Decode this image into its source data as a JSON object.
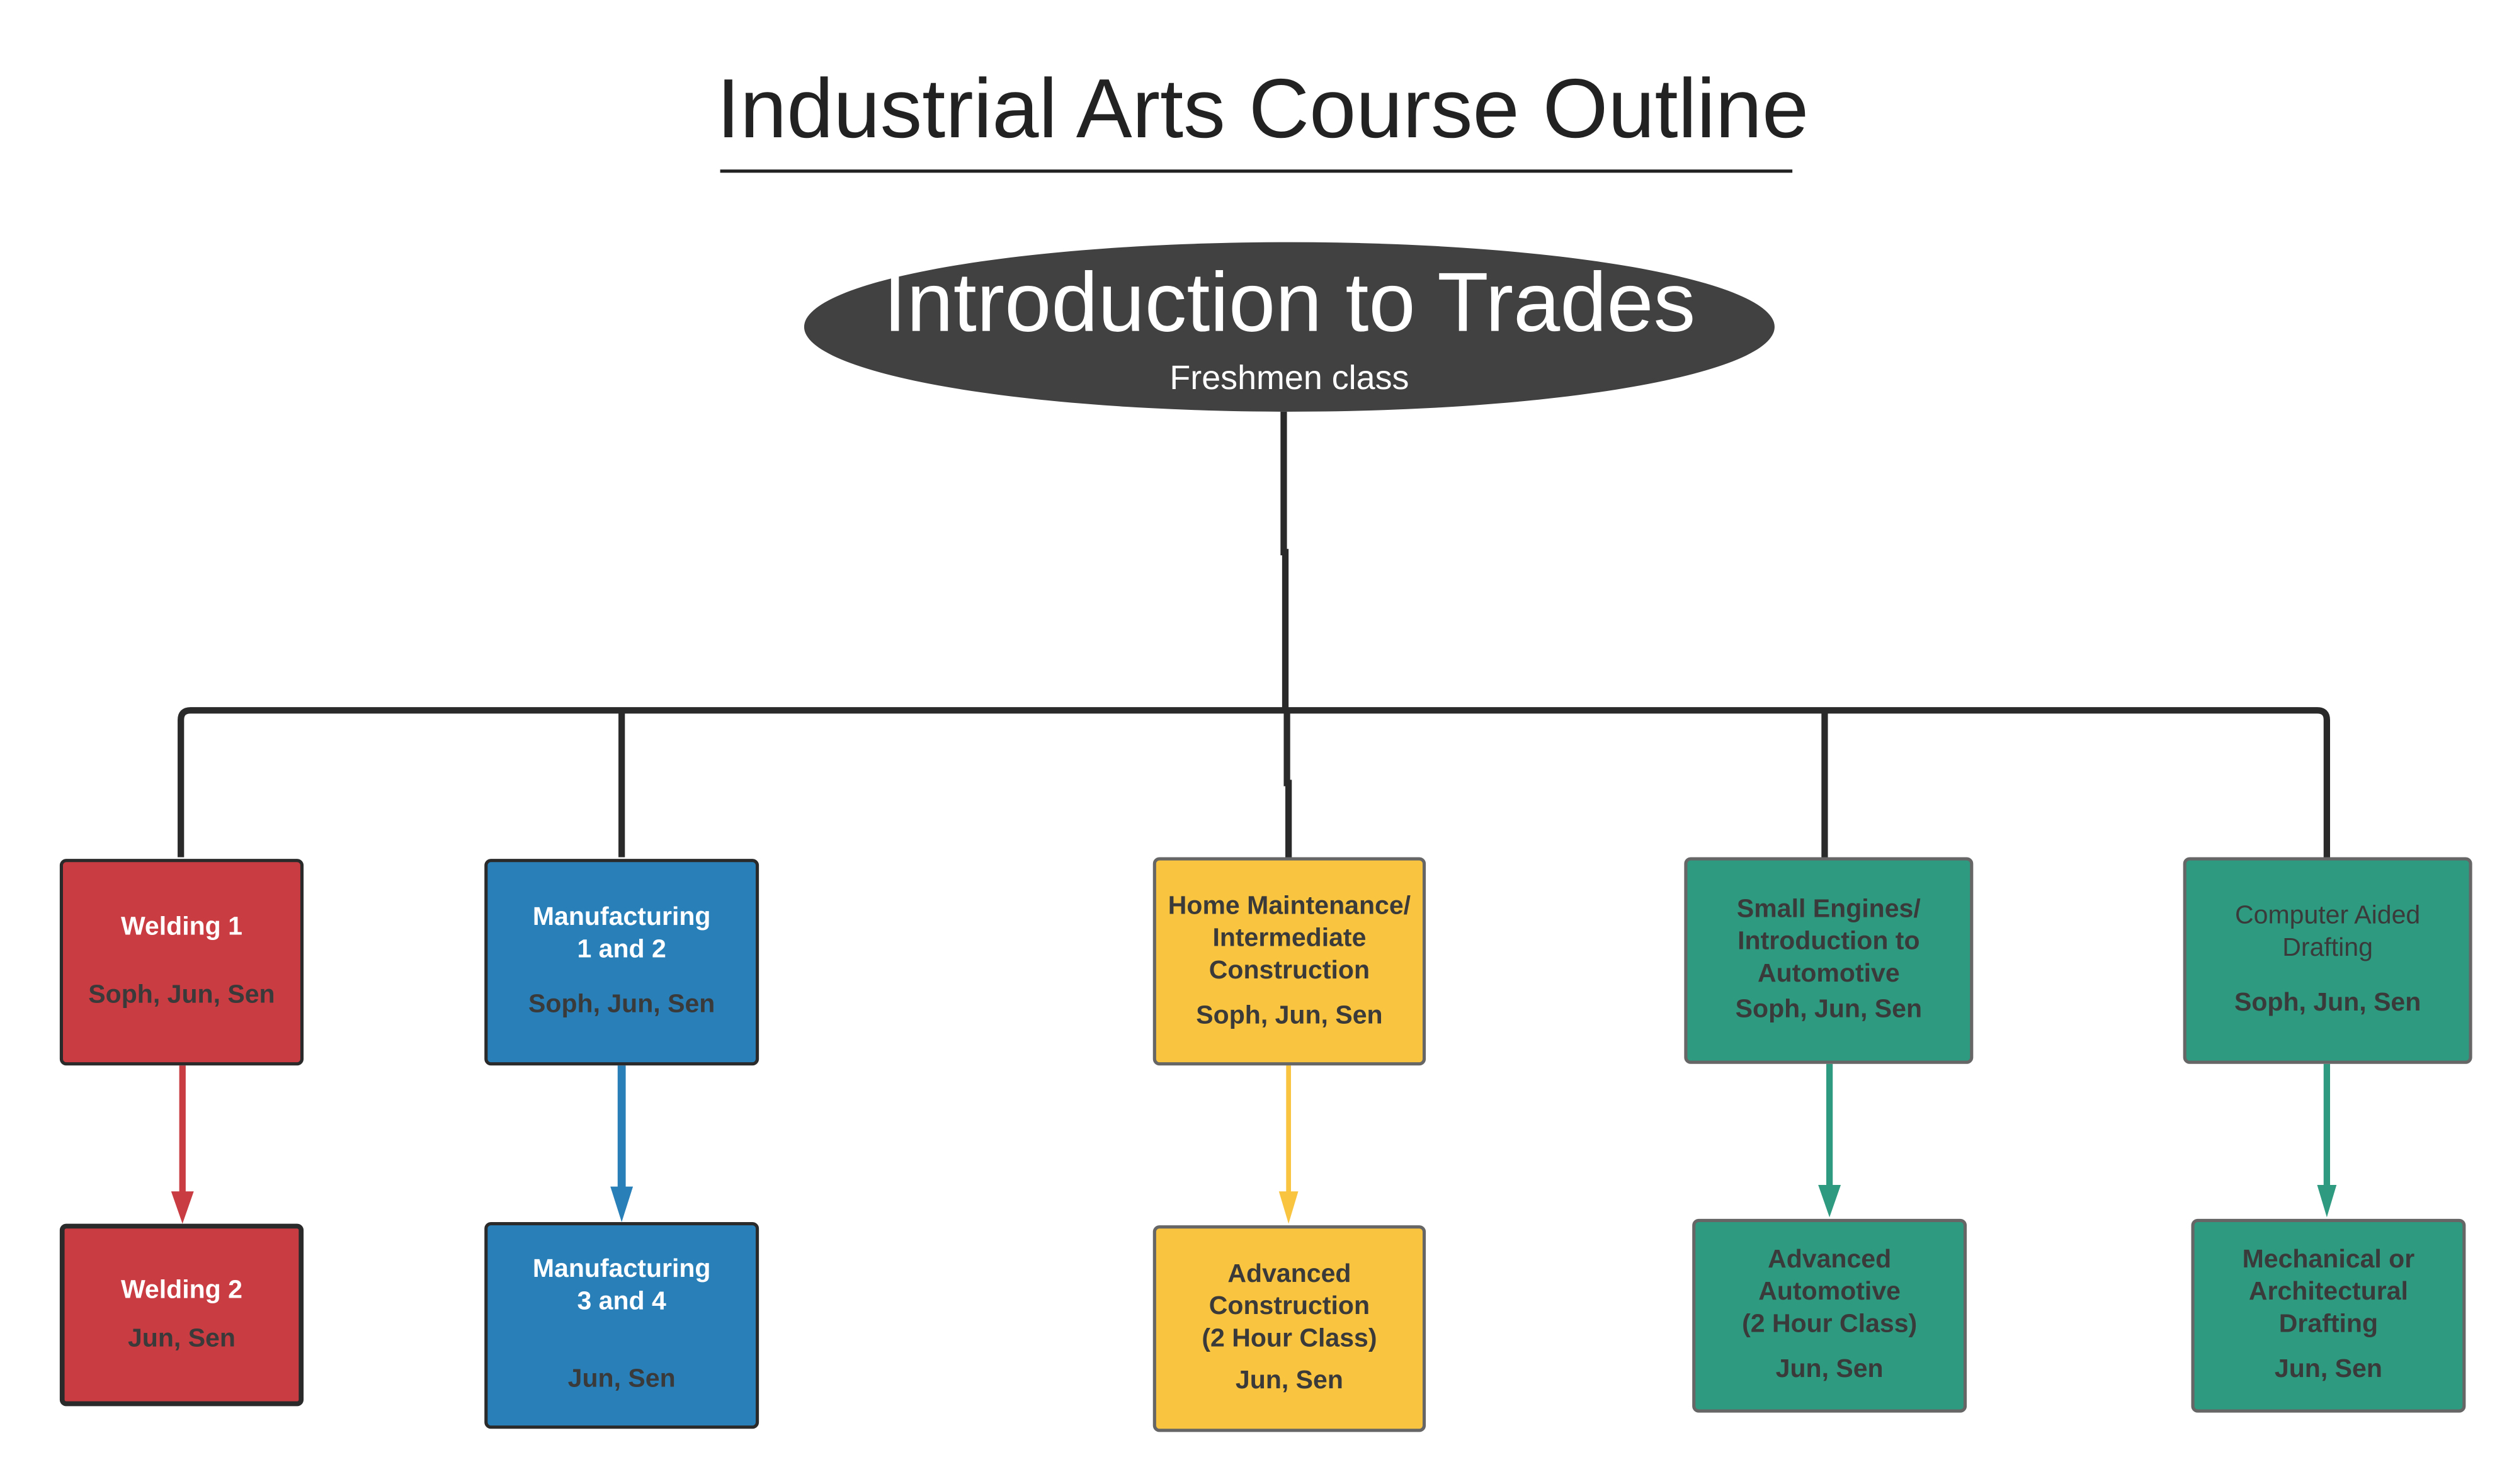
{
  "title": "Industrial Arts Course Outline",
  "root": {
    "title": "Introduction to Trades",
    "subtitle": "Freshmen class"
  },
  "colors": {
    "welding": "#C83C42",
    "manufacturing": "#2980B9",
    "construction": "#F9C440",
    "automotive": "#2E9A80",
    "drafting": "#2E9A80",
    "root": "#414141"
  },
  "courses": [
    {
      "title": "Welding 1",
      "years": "Soph, Jun, Sen",
      "next": {
        "title": "Welding 2",
        "years": "Jun, Sen"
      }
    },
    {
      "title": "Manufacturing\n1 and 2",
      "years": "Soph, Jun, Sen",
      "next": {
        "title": "Manufacturing\n3 and 4",
        "years": "Jun, Sen"
      }
    },
    {
      "title": "Home Maintenance/\nIntermediate\nConstruction",
      "years": "Soph, Jun, Sen",
      "next": {
        "title": "Advanced\nConstruction\n(2 Hour Class)",
        "years": "Jun, Sen"
      }
    },
    {
      "title": "Small Engines/\nIntroduction to\nAutomotive",
      "years": "Soph, Jun, Sen",
      "next": {
        "title": "Advanced\nAutomotive\n(2 Hour Class)",
        "years": "Jun, Sen"
      }
    },
    {
      "title": "Computer Aided\nDrafting",
      "years": "Soph, Jun, Sen",
      "next": {
        "title": "Mechanical or\nArchitectural\nDrafting",
        "years": "Jun, Sen"
      }
    }
  ]
}
